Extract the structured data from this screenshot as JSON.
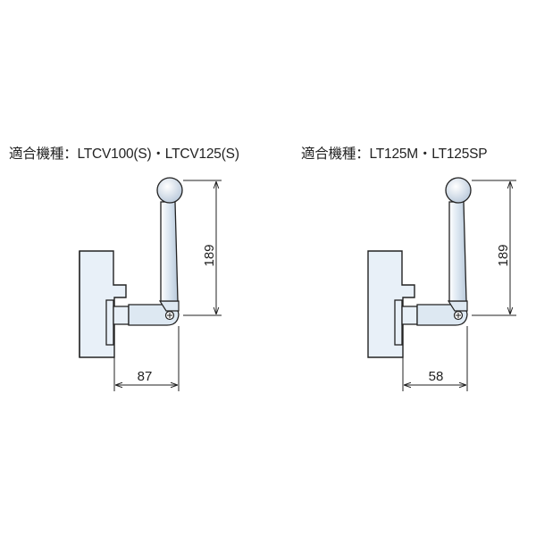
{
  "left": {
    "caption": "適合機種：LTCV100(S)・LTCV125(S)",
    "height_dim": "189",
    "width_dim": "87"
  },
  "right": {
    "caption": "適合機種：LT125M・LT125SP",
    "height_dim": "189",
    "width_dim": "58"
  },
  "colors": {
    "body_fill": "#e8f0f8",
    "handle_fill": "#dde8f2",
    "outline": "#222222"
  }
}
